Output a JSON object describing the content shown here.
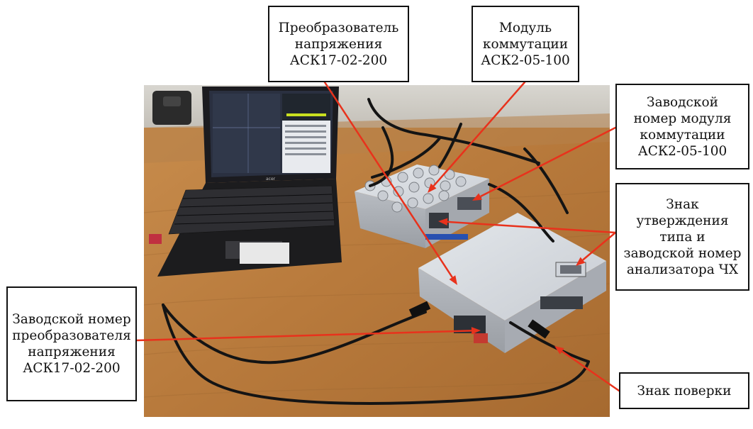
{
  "figure": {
    "photo_description_icon": "photo-of-laptop-and-test-devices-icon",
    "arrow_color": "#e8321c",
    "labels": {
      "converter": {
        "lines": [
          "Преобразователь",
          "напряжения",
          "АСК17-02-200"
        ]
      },
      "module": {
        "lines": [
          "Модуль",
          "коммутации",
          "АСК2-05-100"
        ]
      },
      "module_serial": {
        "lines": [
          "Заводской",
          "номер модуля",
          "коммутации",
          "АСК2-05-100"
        ]
      },
      "type_approval": {
        "lines": [
          "Знак",
          "утверждения",
          "типа и",
          "заводской номер",
          "анализатора ЧХ"
        ]
      },
      "converter_serial": {
        "lines": [
          "Заводской номер",
          "преобразователя",
          "напряжения",
          "АСК17-02-200"
        ]
      },
      "verification": {
        "lines": [
          "Знак поверки"
        ]
      }
    },
    "screen_text": {
      "laptop_brand": "acer"
    }
  }
}
